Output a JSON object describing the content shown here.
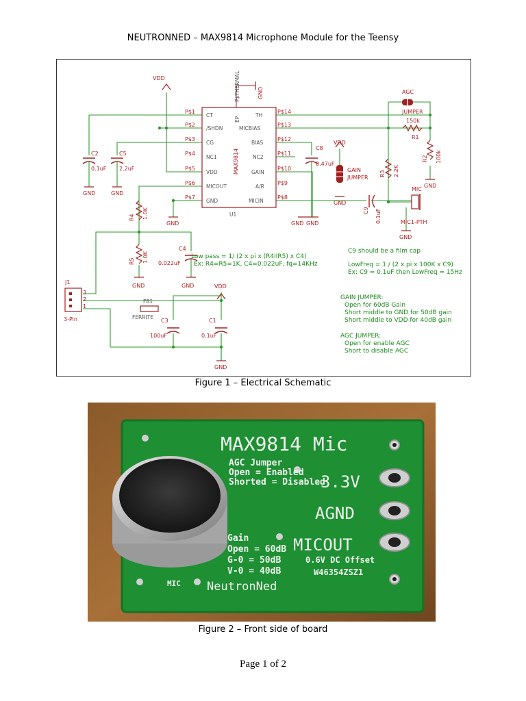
{
  "document": {
    "title": "NEUTRONNED – MAX9814 Microphone Module for the Teensy",
    "figure1_caption": "Figure 1 – Electrical Schematic",
    "figure2_caption": "Figure 2 – Front side of board",
    "page_number": "Page 1 of 2"
  },
  "schematic": {
    "ic": {
      "name": "MAX9814",
      "ref": "U1",
      "left_pins": [
        {
          "num": "P$1",
          "name": "CT"
        },
        {
          "num": "P$2",
          "name": "/SHDN"
        },
        {
          "num": "P$3",
          "name": "CG"
        },
        {
          "num": "P$4",
          "name": "NC1"
        },
        {
          "num": "P$5",
          "name": "VDD"
        },
        {
          "num": "P$6",
          "name": "MICOUT"
        },
        {
          "num": "P$7",
          "name": "GND"
        }
      ],
      "right_pins": [
        {
          "num": "P$14",
          "name": "TH"
        },
        {
          "num": "P$13",
          "name": "MICBIAS"
        },
        {
          "num": "P$12",
          "name": "BIAS"
        },
        {
          "num": "P$11",
          "name": "NC2"
        },
        {
          "num": "P$10",
          "name": "GAIN"
        },
        {
          "num": "P$9",
          "name": "A/R"
        },
        {
          "num": "P$8",
          "name": "MICIN"
        }
      ],
      "thermal_pin": "P$THERMAL",
      "ep_label": "EP"
    },
    "labels": {
      "vdd": "VDD",
      "gnd": "GND",
      "c2": "C2",
      "c2_val": "0.1uF",
      "c5": "C5",
      "c5_val": "2.2uF",
      "c8": "C8",
      "c8_val": "0.47uF",
      "c9": "C9",
      "c9_val": "0.1uF",
      "c4": "C4",
      "c4_val": "0.022uF",
      "c3": "C3",
      "c3_val": "100uF",
      "c1": "C1",
      "c1_val": "0.1uF",
      "r1": "R1",
      "r1_val": "150k",
      "r2": "R2",
      "r2_val": "100k",
      "r3": "R3",
      "r3_val": "2.2K",
      "r4": "R4",
      "r4_val": "1.0K",
      "r5": "R5",
      "r5_val": "1.0K",
      "agc": "AGC",
      "jumper": "JUMPER",
      "gain": "GAIN",
      "mic": "MIC",
      "mic_ref": "MIC1-PTH",
      "j1": "J1",
      "j1_type": "3-Pin",
      "pin1": "1",
      "pin2": "2",
      "pin3": "3",
      "fb1": "FB1",
      "ferrite": "FERRITE"
    },
    "notes": {
      "low_pass_1": "Low pass = 1/ (2 x pi x (R4IIR5) x C4)",
      "low_pass_2": "Ex: R4=R5=1K, C4=0.022uF, fq=14KHz",
      "c9_note": "C9 should be a film cap",
      "lowfreq_1": "LowFreq = 1 / (2 x pi x 100K x C9)",
      "lowfreq_2": "Ex: C9 = 0.1uF then LowFreq = 15Hz",
      "gain_title": "GAIN JUMPER:",
      "gain_1": "Open for 60dB Gain",
      "gain_2": "Short middle to GND for 50dB gain",
      "gain_3": "Short middle to VDD for 40dB gain",
      "agc_title": "AGC JUMPER:",
      "agc_1": "Open for enable AGC",
      "agc_2": "Short to disable AGC"
    }
  },
  "board": {
    "title": "MAX9814 Mic",
    "agc_line1": "AGC Jumper",
    "agc_line2": "Open = Enabled",
    "agc_line3": "Shorted = Disabled",
    "pin_33v": "3.3V",
    "pin_agnd": "AGND",
    "pin_micout": "MICOUT",
    "gain_line1": "Gain",
    "gain_line2": "Open = 60dB",
    "gain_line3": "G-0 = 50dB",
    "gain_line4": "V-0 = 40dB",
    "offset": "0.6V DC Offset",
    "serial": "W46354ZSZ1",
    "mic_label": "MIC",
    "brand": "NeutronNed"
  }
}
